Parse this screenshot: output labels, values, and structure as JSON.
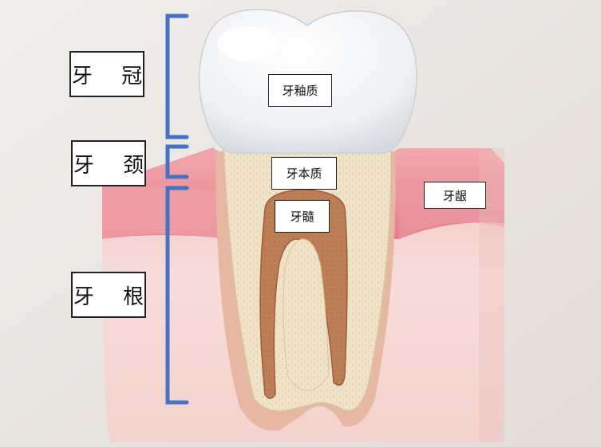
{
  "regions": {
    "crown": "牙 冠",
    "neck": "牙 颈",
    "root": "牙 根"
  },
  "parts": {
    "enamel": "牙釉质",
    "dentin": "牙本质",
    "pulp": "牙髓",
    "gum": "牙龈"
  },
  "colors": {
    "bracket": "#4472c4",
    "gum": "#e8909a",
    "block": "#f6dcd8",
    "enamel": "#f4f6f8",
    "dentin": "#ecdcc0",
    "pulp": "#b77a52"
  }
}
